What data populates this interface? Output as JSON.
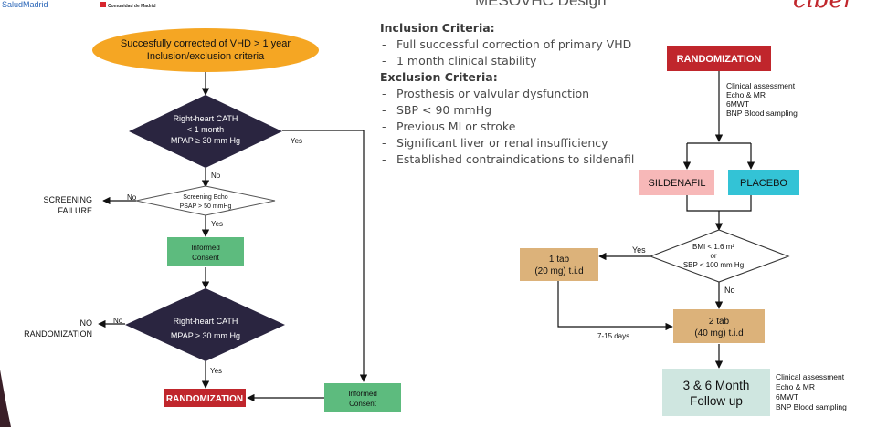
{
  "header": {
    "logo_left": "SaludMadrid",
    "logo_mid": "Comunidad de Madrid",
    "title_partial": "MESOVHC Design",
    "logo_right": "ciber"
  },
  "criteria": {
    "inclusion_title": "Inclusion Criteria:",
    "inclusion_items": [
      "Full successful correction of primary VHD",
      "1 month clinical stability"
    ],
    "exclusion_title": "Exclusion Criteria:",
    "exclusion_items": [
      "Prosthesis or valvular dysfunction",
      "SBP < 90 mmHg",
      "Previous MI or stroke",
      "Significant liver or renal insufficiency",
      "Established contraindications to sildenafil"
    ]
  },
  "left_flow": {
    "start": [
      "Succesfully corrected of VHD > 1 year",
      "Inclusion/exclusion criteria"
    ],
    "cath1": [
      "Right-heart CATH",
      "< 1 month",
      "MPAP ≥ 30 mm Hg"
    ],
    "yes1": "Yes",
    "no1": "No",
    "echo": [
      "Screening Echo",
      "PSAP > 50 mmHg"
    ],
    "no_echo": "No",
    "screening_failure": [
      "SCREENING",
      "FAILURE"
    ],
    "yes_echo": "Yes",
    "consent1": [
      "Informed",
      "Consent"
    ],
    "cath2": [
      "Right-heart CATH",
      "MPAP ≥ 30 mm Hg"
    ],
    "no2": "No",
    "no_randomization": [
      "NO",
      "RANDOMIZATION"
    ],
    "yes2": "Yes",
    "randomization": "RANDOMIZATION",
    "consent2": [
      "Informed",
      "Consent"
    ]
  },
  "right_flow": {
    "randomization": "RANDOMIZATION",
    "baseline_tests": [
      "Clinical assessment",
      "Echo & MR",
      "6MWT",
      "BNP Blood sampling"
    ],
    "sildenafil": "SILDENAFIL",
    "placebo": "PLACEBO",
    "decision": [
      "BMI < 1.6 m²",
      "or",
      "SBP < 100 mm Hg"
    ],
    "yes": "Yes",
    "no": "No",
    "dose1": [
      "1 tab",
      "(20 mg) t.i.d"
    ],
    "dose2": [
      "2 tab",
      "(40 mg) t.i.d"
    ],
    "interval": "7-15 days",
    "followup": [
      "3 & 6 Month",
      "Follow up"
    ],
    "followup_tests": [
      "Clinical assessment",
      "Echo & MR",
      "6MWT",
      "BNP Blood sampling"
    ]
  },
  "colors": {
    "orange": "#f5a623",
    "navy": "#2a2540",
    "green": "#5dbb7e",
    "red": "#c0262c",
    "pink": "#f7b8b8",
    "cyan": "#33c3d6",
    "tan": "#dcb27a",
    "pale": "#cfe6e0",
    "slate": "#3c4a56"
  }
}
